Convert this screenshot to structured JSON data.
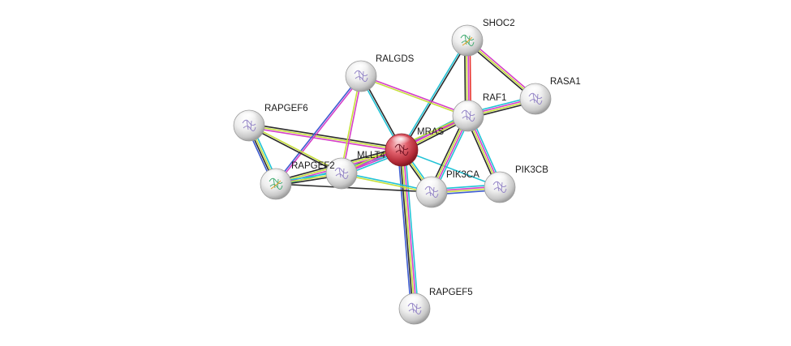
{
  "diagram": {
    "type": "protein-interaction-network",
    "query_node": "MRAS",
    "nodes": [
      {
        "id": "MRAS",
        "label": "MRAS",
        "query": true,
        "structure_icon": "protein-structure-icon"
      },
      {
        "id": "SHOC2",
        "label": "SHOC2",
        "structure_icon": "protein-structure-icon"
      },
      {
        "id": "RALGDS",
        "label": "RALGDS",
        "structure_icon": "protein-structure-icon"
      },
      {
        "id": "RASA1",
        "label": "RASA1",
        "structure_icon": "protein-structure-icon"
      },
      {
        "id": "RAF1",
        "label": "RAF1",
        "structure_icon": "protein-structure-icon"
      },
      {
        "id": "RAPGEF6",
        "label": "RAPGEF6",
        "structure_icon": "protein-structure-icon"
      },
      {
        "id": "MLLT4",
        "label": "MLLT4",
        "structure_icon": "protein-structure-icon"
      },
      {
        "id": "RAPGEF2",
        "label": "RAPGEF2",
        "structure_icon": "protein-structure-icon"
      },
      {
        "id": "PIK3CA",
        "label": "PIK3CA",
        "structure_icon": "protein-structure-icon"
      },
      {
        "id": "PIK3CB",
        "label": "PIK3CB",
        "structure_icon": "protein-structure-icon"
      },
      {
        "id": "RAPGEF5",
        "label": "RAPGEF5",
        "structure_icon": "protein-structure-icon"
      }
    ],
    "edges": [
      {
        "source": "MRAS",
        "target": "SHOC2",
        "colors": [
          "#22c3d6",
          "#2b2b2b"
        ]
      },
      {
        "source": "MRAS",
        "target": "RALGDS",
        "colors": [
          "#22c3d6",
          "#2b2b2b"
        ]
      },
      {
        "source": "MRAS",
        "target": "RAF1",
        "colors": [
          "#22c3d6",
          "#d53fc8",
          "#c7df3b",
          "#2b2b2b"
        ]
      },
      {
        "source": "MRAS",
        "target": "RAPGEF6",
        "colors": [
          "#d53fc8",
          "#c7df3b",
          "#2b2b2b"
        ]
      },
      {
        "source": "MRAS",
        "target": "MLLT4",
        "colors": [
          "#22c3d6",
          "#d53fc8",
          "#c7df3b",
          "#2b2b2b"
        ]
      },
      {
        "source": "MRAS",
        "target": "RAPGEF2",
        "colors": [
          "#22c3d6",
          "#d53fc8",
          "#c7df3b",
          "#2b2b2b"
        ]
      },
      {
        "source": "MRAS",
        "target": "PIK3CA",
        "colors": [
          "#22c3d6",
          "#c7df3b",
          "#2b2b2b"
        ]
      },
      {
        "source": "MRAS",
        "target": "PIK3CB",
        "colors": [
          "#22c3d6"
        ]
      },
      {
        "source": "MRAS",
        "target": "RAPGEF5",
        "colors": [
          "#22c3d6",
          "#d53fc8",
          "#c7df3b",
          "#2b2b2b",
          "#3d5bd0"
        ]
      },
      {
        "source": "SHOC2",
        "target": "RAF1",
        "colors": [
          "#e8322e",
          "#d53fc8",
          "#c7df3b",
          "#2b2b2b"
        ]
      },
      {
        "source": "SHOC2",
        "target": "RASA1",
        "colors": [
          "#d53fc8",
          "#c7df3b",
          "#2b2b2b"
        ]
      },
      {
        "source": "RAF1",
        "target": "RASA1",
        "colors": [
          "#22c3d6",
          "#d53fc8",
          "#c7df3b",
          "#2b2b2b"
        ]
      },
      {
        "source": "RAF1",
        "target": "PIK3CA",
        "colors": [
          "#22c3d6",
          "#d53fc8",
          "#c7df3b",
          "#2b2b2b"
        ]
      },
      {
        "source": "RAF1",
        "target": "PIK3CB",
        "colors": [
          "#22c3d6",
          "#d53fc8",
          "#c7df3b",
          "#2b2b2b"
        ]
      },
      {
        "source": "RAF1",
        "target": "MLLT4",
        "colors": [
          "#d53fc8",
          "#c7df3b"
        ]
      },
      {
        "source": "RALGDS",
        "target": "RAF1",
        "colors": [
          "#d53fc8",
          "#c7df3b"
        ]
      },
      {
        "source": "RALGDS",
        "target": "MLLT4",
        "colors": [
          "#d53fc8",
          "#c7df3b"
        ]
      },
      {
        "source": "RALGDS",
        "target": "RAPGEF2",
        "colors": [
          "#d53fc8",
          "#3d5bd0"
        ]
      },
      {
        "source": "RAPGEF6",
        "target": "RAPGEF2",
        "colors": [
          "#22c3d6",
          "#c7df3b",
          "#2b2b2b",
          "#3d5bd0"
        ]
      },
      {
        "source": "RAPGEF6",
        "target": "MLLT4",
        "colors": [
          "#c7df3b",
          "#2b2b2b"
        ]
      },
      {
        "source": "RAPGEF2",
        "target": "MLLT4",
        "colors": [
          "#22c3d6",
          "#c7df3b",
          "#2b2b2b"
        ]
      },
      {
        "source": "RAPGEF2",
        "target": "PIK3CA",
        "colors": [
          "#2b2b2b"
        ]
      },
      {
        "source": "MLLT4",
        "target": "PIK3CA",
        "colors": [
          "#22c3d6",
          "#c7df3b"
        ]
      },
      {
        "source": "PIK3CA",
        "target": "PIK3CB",
        "colors": [
          "#22c3d6",
          "#d53fc8",
          "#c7df3b",
          "#3d5bd0"
        ]
      }
    ]
  }
}
